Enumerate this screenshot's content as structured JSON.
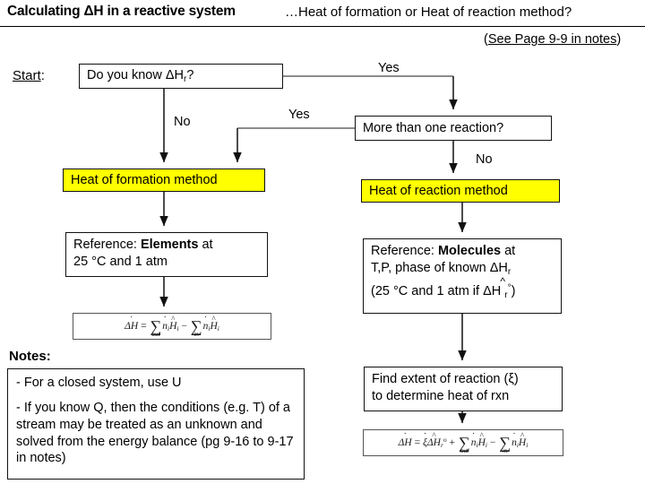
{
  "header": {
    "title_main": "Calculating ΔH in a reactive system",
    "title_sub": "…Heat of formation or Heat of reaction method?",
    "see_page_open": "(",
    "see_page_underlined": "See Page 9-9 in notes",
    "see_page_close": ")"
  },
  "flow": {
    "start_label": "Start",
    "start_colon": ":",
    "box_know_dhr": {
      "text_before": "Do you know ΔH",
      "subscript": "r",
      "text_after": "?"
    },
    "box_more_reaction": "More than one reaction?",
    "box_heat_of_formation": "Heat of formation method",
    "box_heat_of_reaction": "Heat of reaction method",
    "box_reference_elements": {
      "line1_prefix": "Reference:  ",
      "line1_bold": "Elements",
      "line1_suffix": " at",
      "line2": "25 °C and 1 atm"
    },
    "box_reference_molecules": {
      "line1_prefix": "Reference:  ",
      "line1_bold": "Molecules",
      "line1_suffix": " at",
      "line2_a": "T,P, phase of known ΔH",
      "line2_sub": "r",
      "line3_a": "(25 °C and 1 atm if ΔH",
      "line3_sub": "r",
      "line3_sup": "°",
      "line3_b": ")"
    },
    "box_find_extent": {
      "line1": "Find extent of reaction (ξ)",
      "line2": "to determine heat of rxn"
    },
    "labels": {
      "yes_top": "Yes",
      "yes_mid": "Yes",
      "no_left": "No",
      "no_right": "No"
    }
  },
  "equations": {
    "eq1": {
      "lhs": "ΔH",
      "eq": "=",
      "term1_sum_limit": "out",
      "term1_n": "n",
      "term1_n_sub": "i",
      "term1_H": "H",
      "term1_H_sub": "i",
      "minus": "−",
      "term2_sum_limit": "in",
      "term2_n": "n",
      "term2_n_sub": "i",
      "term2_H": "H",
      "term2_H_sub": "i"
    },
    "eq2": {
      "lhs": "ΔH",
      "eq": "=",
      "xi": "ξ",
      "dHr": "ΔH",
      "dHr_sub": "r",
      "dHr_sup": "o",
      "plus": "+",
      "term1_sum_limit": "out",
      "term1_n": "n",
      "term1_n_sub": "i",
      "term1_H": "H",
      "term1_H_sub": "i",
      "minus": "−",
      "term2_sum_limit": "in",
      "term2_n": "n",
      "term2_n_sub": "i",
      "term2_H": "H",
      "term2_H_sub": "i"
    }
  },
  "notes": {
    "heading": "Notes",
    "heading_colon": ":",
    "items": [
      "- For a closed system, use U",
      "- If you know Q, then the conditions (e.g. T) of a stream may be treated as an unknown and solved from the energy balance (pg 9-16 to 9-17 in notes)"
    ]
  },
  "colors": {
    "highlight": "#ffff00",
    "box_border": "#555555",
    "text": "#000000",
    "wire": "#666666"
  }
}
